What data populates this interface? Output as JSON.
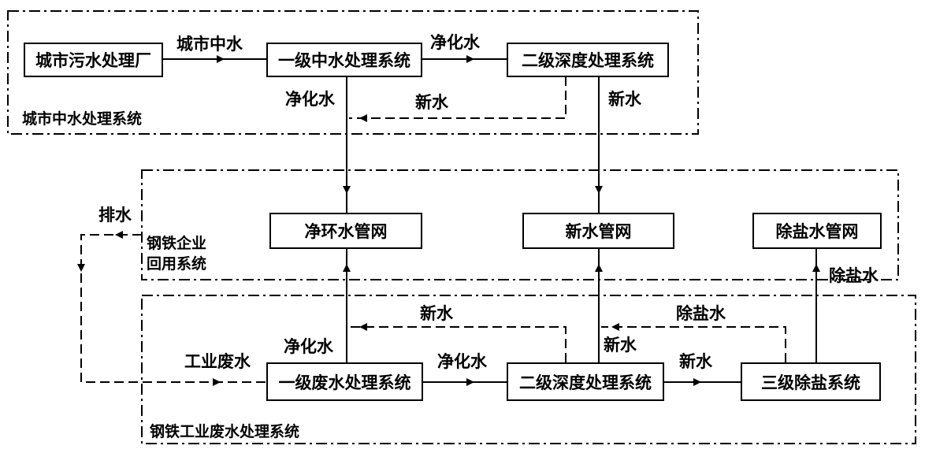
{
  "systems": {
    "city": "城市中水处理系统",
    "steel_reuse_1": "钢铁企业",
    "steel_reuse_2": "回用系统",
    "steel_waste": "钢铁工业废水处理系统"
  },
  "boxes": {
    "city_plant": "城市污水处理厂",
    "city_primary": "一级中水处理系统",
    "city_secondary": "二级深度处理系统",
    "clean_loop_net": "净环水管网",
    "new_water_net": "新水管网",
    "desalt_net": "除盐水管网",
    "ww_primary": "一级废水处理系统",
    "ww_secondary": "二级深度处理系统",
    "ww_tertiary": "三级除盐系统"
  },
  "labels": {
    "city_reclaimed": "城市中水",
    "city_purified_top": "净化水",
    "city_purified_down": "净化水",
    "city_new_return": "新水",
    "city_new_down": "新水",
    "discharge": "排水",
    "desalted_up": "除盐水",
    "industrial_wastewater": "工业废水",
    "ww_purified_up": "净化水",
    "ww_purified_mid": "净化水",
    "ww_new_return": "新水",
    "ww_new_up": "新水",
    "ww_new_mid": "新水",
    "ww_desalt_return": "除盐水"
  }
}
